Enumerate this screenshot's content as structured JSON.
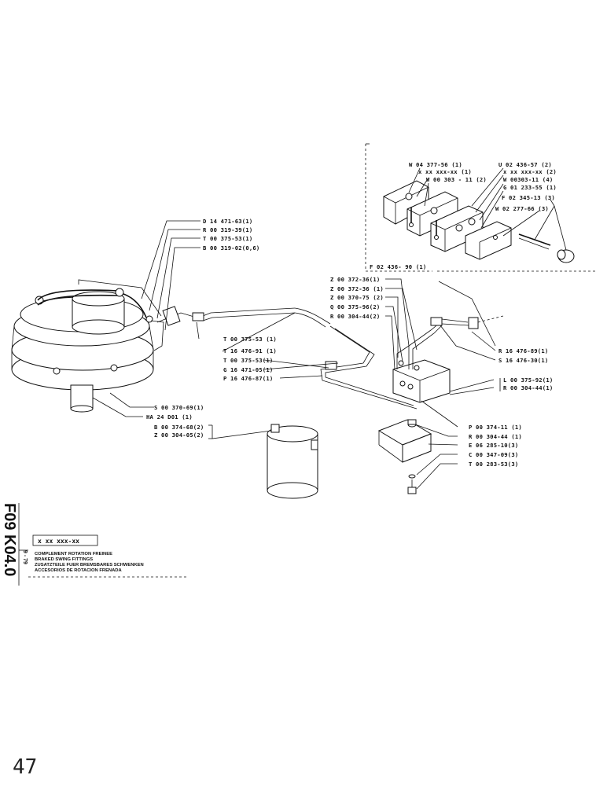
{
  "inset_labels": [
    "W 04 377-56 (1)",
    "x xx xxx-xx (1)",
    "W 00 303 - 11 (2)",
    "U 02 436-57 (2)",
    "x xx xxx-xx (2)",
    "W 00303-11 (4)",
    "G 01 233-55 (1)",
    "F 02 345-13 (3)",
    "W 02 277-66 (3)"
  ],
  "inset_caption": "F 02 436- 90 (1)",
  "left_labels": [
    "D 14 471-63(1)",
    "R 00 319-39(1)",
    "T 00 375-53(1)",
    "B 00 319-02(0,6)"
  ],
  "mid_labels": [
    "T 00 375-53 (1)",
    "T 16 476-91 (1)",
    "T 00 375-53(1)",
    "G 16 471-05(1)",
    "P 16 476-87(1)"
  ],
  "valve_left_labels": [
    "Z 00 372-36(1)",
    "Z 00 372-36 (1)",
    "Z 00 370-75 (2)",
    "Q 00 375-96(2)",
    "R 00 304-44(2)"
  ],
  "right_labels": [
    "R 16 476-89(1)",
    "S 16 476-30(1)",
    "L 00 375-92(1)",
    "R 00 304-44(1)",
    "P 00 374-11 (1)",
    "R 00 304-44 (1)",
    "E 06 285-10(3)",
    "C 00 347-09(3)",
    "T 00 283-53(3)"
  ],
  "bottom_left_labels": [
    "S 00 370-69(1)",
    "HA 24  D01    (1)",
    "B 00 374-68(2)",
    "Z 00 304-05(2)"
  ],
  "side_code": "F09 K04.0",
  "side_date": "9 - 79",
  "title_box_code": "x xx xxx-xx",
  "title_lines": [
    "COMPLEMENT ROTATION FREINEE",
    "BRAKED SWING FITTINGS",
    "ZUSATZTEILE FUER BREMSBARES SCHWENKEN",
    "ACCESORIOS DE ROTACION FRENADA"
  ],
  "page_number": "47"
}
